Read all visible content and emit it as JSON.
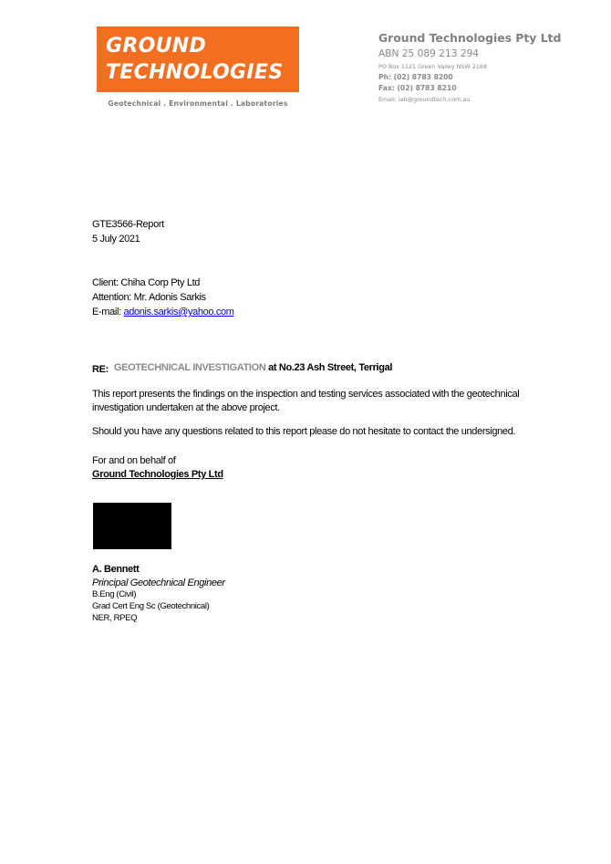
{
  "header": {
    "logo": {
      "line1": "GROUND",
      "line2": "TECHNOLOGIES",
      "tagline": "Geotechnical . Environmental . Laboratories",
      "background_color": "#f26f21"
    },
    "company": {
      "name": "Ground Technologies Pty Ltd",
      "abn": "ABN 25 089 213 294",
      "address": "PO Box 1121 Green Valley NSW 2168",
      "phone": "Ph: (02) 8783 8200",
      "fax": "Fax: (02) 8783 8210",
      "email": "Email: lab@groundtech.com.au"
    }
  },
  "letter": {
    "reference": "GTE3566-Report",
    "date": "5 July 2021",
    "client": "Client: Chiha Corp Pty Ltd",
    "attention": "Attention: Mr. Adonis Sarkis",
    "email_label": "E-mail: ",
    "email_link": "adonis.sarkis@yahoo.com",
    "re_label": "RE:",
    "re_subject": "GEOTECHNICAL INVESTIGATION",
    "re_location": " at No.23 Ash Street, Terrigal",
    "paragraph1": "This report presents the findings on the inspection and testing services associated with the geotechnical investigation undertaken at the above project.",
    "paragraph2": "Should you have any questions related to this report please do not hesitate to contact the undersigned.",
    "behalf": "For and on behalf of",
    "behalf_company": "Ground Technologies Pty Ltd"
  },
  "signatory": {
    "name": "A. Bennett",
    "title": "Principal Geotechnical Engineer",
    "qualification1": "B.Eng (Civil)",
    "qualification2": "Grad Cert Eng Sc (Geotechnical)",
    "qualification3": "NER, RPEQ"
  },
  "colors": {
    "brand_orange": "#f26f21",
    "grey_text": "#8a8a8a",
    "link_blue": "#0000ee"
  }
}
